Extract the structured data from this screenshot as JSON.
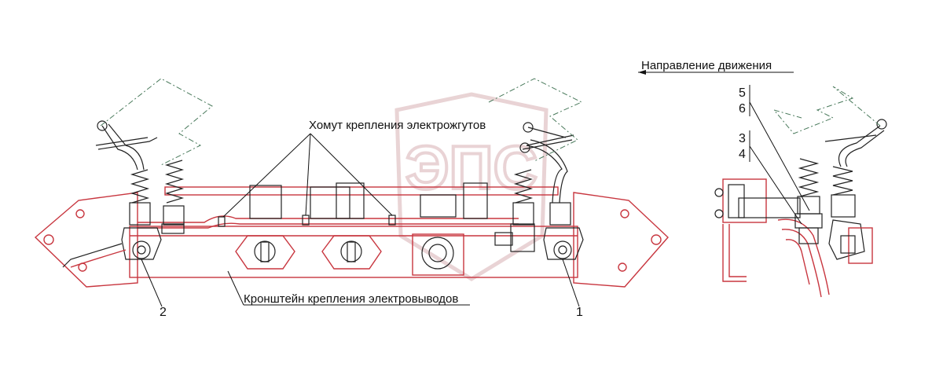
{
  "labels": {
    "direction": "Направление движения",
    "clamp": "Хомут крепления электрожгутов",
    "bracket": "Кронштейн крепления электровыводов"
  },
  "callouts": [
    "1",
    "2",
    "3",
    "4",
    "5",
    "6"
  ],
  "watermark": {
    "text": "ЭПС",
    "color": "#e4c9cb"
  },
  "colors": {
    "outline": "#c8363f",
    "lines": "#222222",
    "hoses": "#4a7a5c"
  }
}
